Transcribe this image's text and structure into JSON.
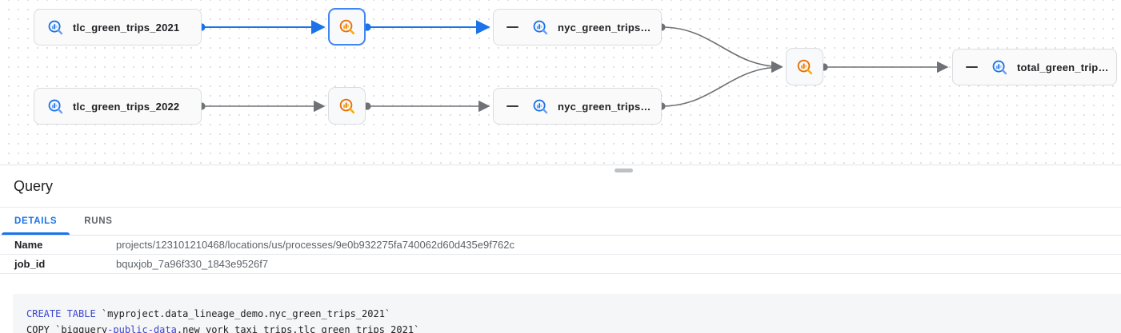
{
  "colors": {
    "accent_blue": "#1a73e8",
    "selected_node_border": "#4285f4",
    "edge_gray": "#757575",
    "table_icon_blue": "#1a73e8",
    "process_icon_orange": "#e8710a",
    "sql_keyword_blue": "#3c45cf"
  },
  "graph": {
    "nodes": [
      {
        "label": "tlc_green_trips_2021",
        "type": "table",
        "icon": "bigquery-table-icon"
      },
      {
        "label": "tlc_green_trips_2022",
        "type": "table",
        "icon": "bigquery-table-icon"
      },
      {
        "label": "nyc_green_trips…",
        "type": "table",
        "icon": "bigquery-table-icon",
        "collapse_icon": "collapse-icon"
      },
      {
        "label": "nyc_green_trips…",
        "type": "table",
        "icon": "bigquery-table-icon",
        "collapse_icon": "collapse-icon"
      },
      {
        "label": "total_green_trip…",
        "type": "table",
        "icon": "bigquery-table-icon",
        "collapse_icon": "collapse-icon"
      },
      {
        "label": "",
        "type": "process",
        "icon": "bigquery-process-icon",
        "selected": true
      },
      {
        "label": "",
        "type": "process",
        "icon": "bigquery-process-icon",
        "selected": false
      },
      {
        "label": "",
        "type": "process",
        "icon": "bigquery-process-icon",
        "selected": false
      }
    ]
  },
  "panel": {
    "title": "Query",
    "tabs": [
      {
        "label": "DETAILS",
        "active": true
      },
      {
        "label": "RUNS",
        "active": false
      }
    ],
    "details_rows": [
      {
        "label": "Name",
        "value": "projects/123101210468/locations/us/processes/9e0b932275fa740062d60d435e9f762c"
      },
      {
        "label": "job_id",
        "value": "bquxjob_7a96f330_1843e9526f7"
      }
    ],
    "sql": {
      "line1": {
        "keyword": "CREATE TABLE",
        "rest": " `myproject.data_lineage_demo.nyc_green_trips_2021`"
      },
      "line2": {
        "start": "COPY `bigquery",
        "keyword": "-public-data",
        "rest": ".new_york_taxi_trips.tlc_green_trips_2021`"
      }
    }
  }
}
